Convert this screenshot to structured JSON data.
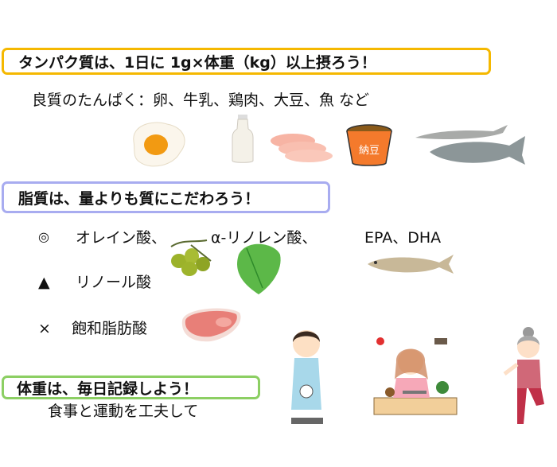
{
  "protein": {
    "heading": "タンパク質は、1日に 1g×体重（kg）以上摂ろう！",
    "sources": "良質のたんぱく：卵、牛乳、鶏肉、大豆、魚 など",
    "natto_label": "納豆",
    "border_color": "#f5b800"
  },
  "fat": {
    "heading": "脂質は、量よりも質にこだわろう！",
    "border_color": "#a8acf0",
    "items": [
      {
        "mark": "◎",
        "parts": [
          "オレイン酸、",
          "α-リノレン酸、",
          "EPA、DHA"
        ]
      },
      {
        "mark": "▲",
        "parts": [
          "リノール酸"
        ]
      },
      {
        "mark": "×",
        "parts": [
          "飽和脂肪酸"
        ]
      }
    ]
  },
  "weight": {
    "heading": "体重は、毎日記録しよう！",
    "subtext": "食事と運動を工夫して",
    "border_color": "#8ccf63"
  }
}
